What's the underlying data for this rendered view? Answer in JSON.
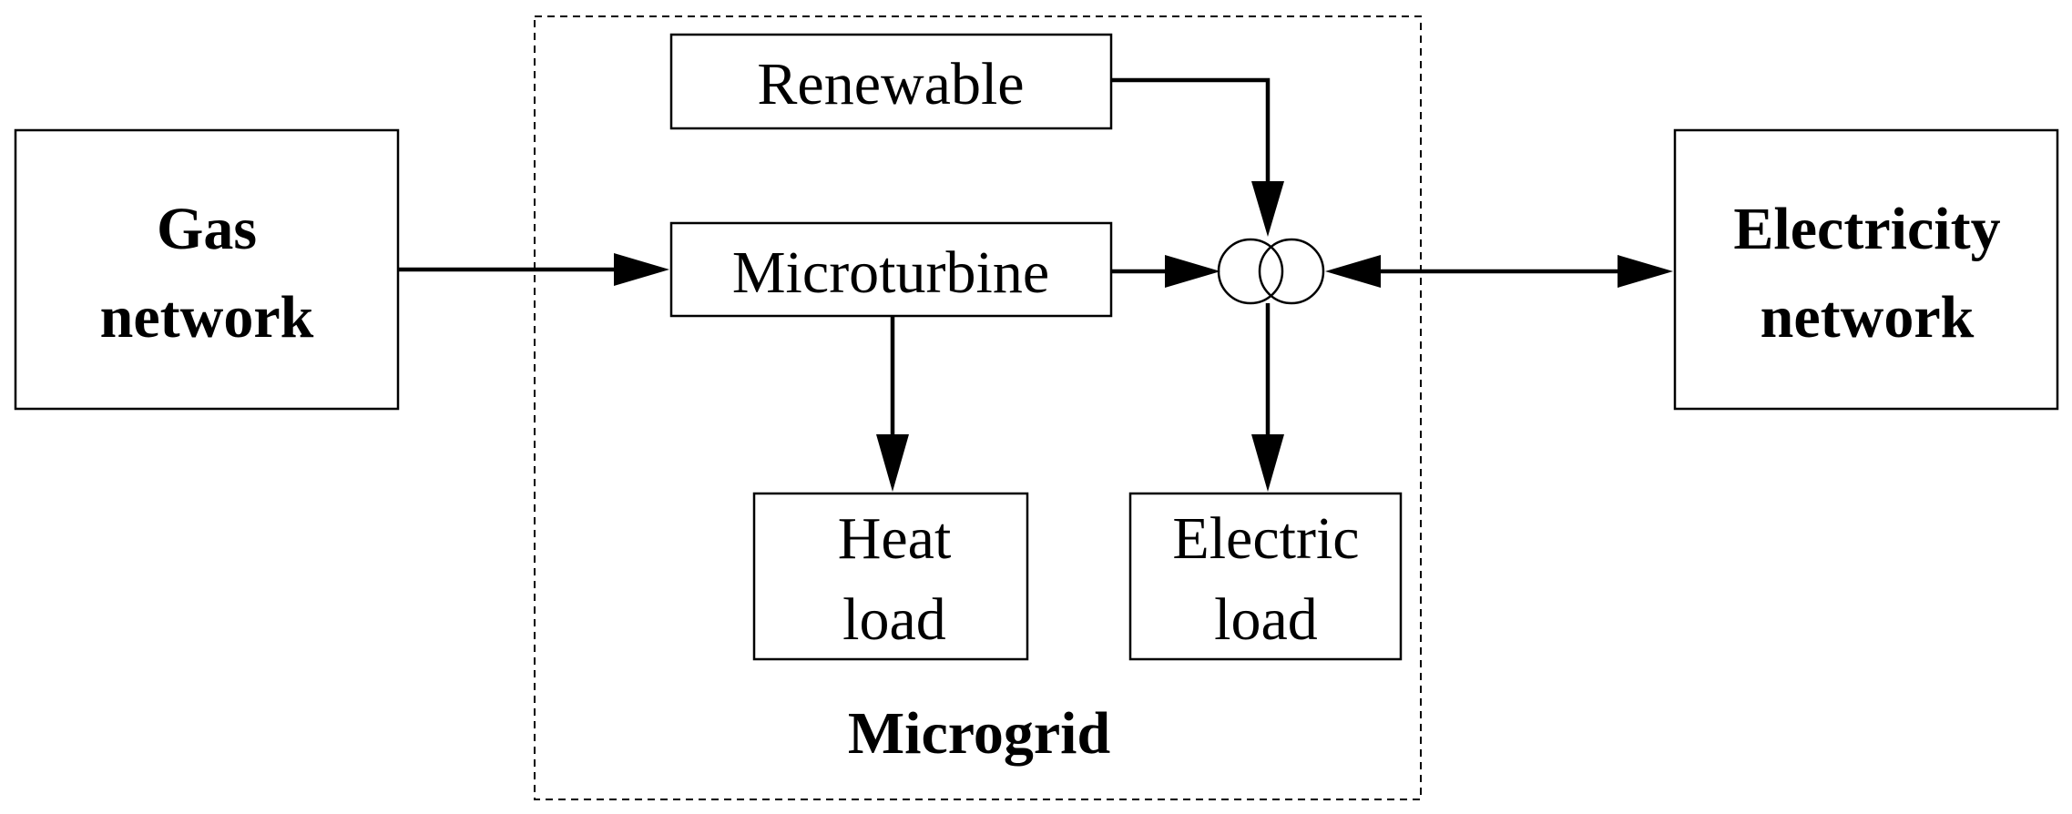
{
  "diagram": {
    "nodes": {
      "gas_network": {
        "lines": [
          "Gas",
          "network"
        ]
      },
      "renewable": {
        "label": "Renewable"
      },
      "microturbine": {
        "label": "Microturbine"
      },
      "heat_load": {
        "lines": [
          "Heat",
          "load"
        ]
      },
      "electric_load": {
        "lines": [
          "Electric",
          "load"
        ]
      },
      "electricity_network": {
        "lines": [
          "Electricity",
          "network"
        ]
      }
    },
    "group": {
      "label": "Microgrid"
    },
    "edges": [
      {
        "from": "gas_network",
        "to": "microturbine",
        "direction": "forward"
      },
      {
        "from": "renewable",
        "to": "transformer",
        "direction": "forward"
      },
      {
        "from": "microturbine",
        "to": "transformer",
        "direction": "forward"
      },
      {
        "from": "microturbine",
        "to": "heat_load",
        "direction": "forward"
      },
      {
        "from": "transformer",
        "to": "electric_load",
        "direction": "forward"
      },
      {
        "from": "transformer",
        "to": "electricity_network",
        "direction": "bidirectional"
      }
    ]
  }
}
